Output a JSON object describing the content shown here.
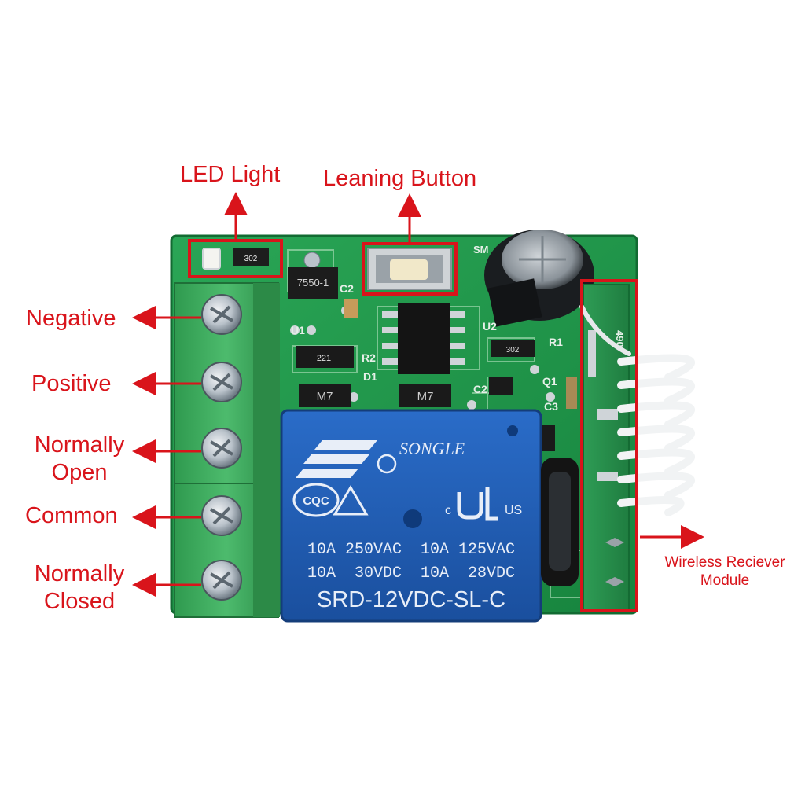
{
  "callouts": {
    "led_light": "LED Light",
    "learning_button": "Leaning Button",
    "negative": "Negative",
    "positive": "Positive",
    "normally_open_1": "Normally",
    "normally_open_2": "Open",
    "common": "Common",
    "normally_closed_1": "Normally",
    "normally_closed_2": "Closed",
    "wireless_1": "Wireless Reciever",
    "wireless_2": "Module"
  },
  "board_text": {
    "sm": "SM",
    "regulator": "7550-1",
    "resistor_221": "221",
    "resistor_302a": "302",
    "resistor_302b": "302",
    "c2": "C2",
    "c3": "C3",
    "u1": "U1",
    "u2": "U2",
    "r1": "R1",
    "r2": "R2",
    "q1": "Q1",
    "d1": "D1",
    "m7a": "M7",
    "m7b": "M7",
    "module_code": "490"
  },
  "relay": {
    "brand": "SONGLE",
    "cqc": "CQC",
    "ul_c": "c",
    "ul_us": "US",
    "rating_1": "10A 250VAC  10A 125VAC",
    "rating_2": "10A  30VDC  10A  28VDC",
    "model": "SRD-12VDC-SL-C"
  },
  "colors": {
    "callout_red": "#d9141b",
    "pcb_green": "#1f9a4a",
    "terminal_green": "#3aa85a",
    "relay_blue": "#1f5eb8"
  }
}
